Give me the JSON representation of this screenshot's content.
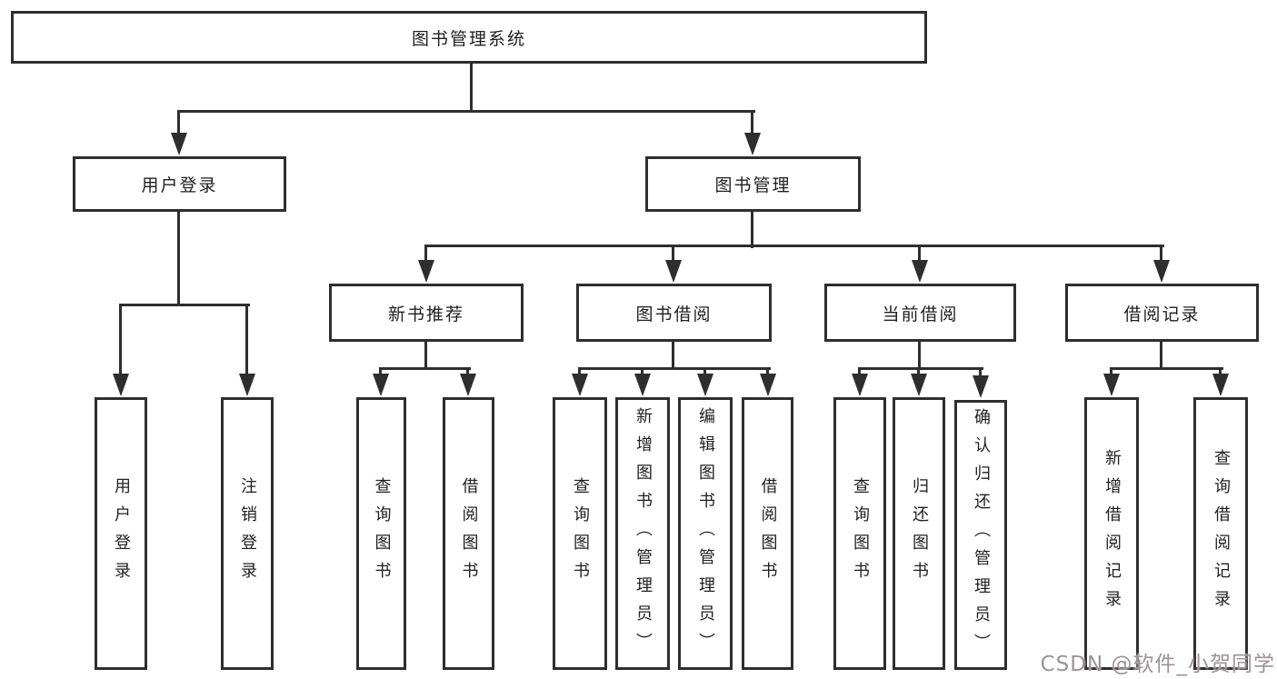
{
  "tree": {
    "root": "图书管理系统",
    "branches": [
      {
        "label": "用户登录",
        "children": [
          "用户登录",
          "注销登录"
        ]
      },
      {
        "label": "图书管理",
        "sections": [
          {
            "label": "新书推荐",
            "children": [
              "查询图书",
              "借阅图书"
            ]
          },
          {
            "label": "图书借阅",
            "children": [
              "查询图书",
              "新增图书（管理员）",
              "编辑图书（管理员）",
              "借阅图书"
            ]
          },
          {
            "label": "当前借阅",
            "children": [
              "查询图书",
              "归还图书",
              "确认归还（管理员）"
            ]
          },
          {
            "label": "借阅记录",
            "children": [
              "新增借阅记录",
              "查询借阅记录"
            ]
          }
        ]
      }
    ]
  },
  "watermark": {
    "text": "CSDN @软件_小贺同学"
  },
  "colors": {
    "line": "#2e2e2e",
    "text": "#1f1f1f",
    "background": "#ffffff",
    "watermark": "#9b9396"
  }
}
